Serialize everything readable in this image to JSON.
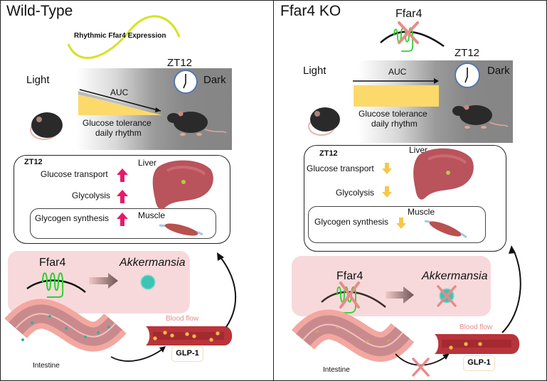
{
  "left_panel": {
    "title": "Wild-Type",
    "rhythm_label": "Rhythmic Ffar4 Expression",
    "zt_label": "ZT12",
    "light_label": "Light",
    "dark_label": "Dark",
    "auc_label": "AUC",
    "glucose_label_1": "Glucose tolerance",
    "glucose_label_2": "daily rhythm",
    "organ_box": {
      "zt_label": "ZT12",
      "liver_label": "Liver",
      "muscle_label": "Muscle",
      "items": [
        {
          "label": "Glucose transport",
          "direction": "up"
        },
        {
          "label": "Glycolysis",
          "direction": "up"
        },
        {
          "label": "Glycogen synthesis",
          "direction": "up"
        }
      ]
    },
    "gut_box": {
      "receptor_label": "Ffar4",
      "bacteria_label": "Akkermansia"
    },
    "blood_flow_label": "Blood flow",
    "glp_label": "GLP-1",
    "intestine_label": "Intestine"
  },
  "right_panel": {
    "title": "Ffar4 KO",
    "receptor_top_label": "Ffar4",
    "zt_label": "ZT12",
    "light_label": "Light",
    "dark_label": "Dark",
    "auc_label": "AUC",
    "glucose_label_1": "Glucose tolerance",
    "glucose_label_2": "daily rhythm",
    "organ_box": {
      "zt_label": "ZT12",
      "liver_label": "Liver",
      "muscle_label": "Muscle",
      "items": [
        {
          "label": "Glucose transport",
          "direction": "down"
        },
        {
          "label": "Glycolysis",
          "direction": "down"
        },
        {
          "label": "Glycogen synthesis",
          "direction": "down"
        }
      ]
    },
    "gut_box": {
      "receptor_label": "Ffar4",
      "bacteria_label": "Akkermansia"
    },
    "blood_flow_label": "Blood flow",
    "glp_label": "GLP-1",
    "intestine_label": "Intestine"
  },
  "colors": {
    "up_arrow": "#e8196a",
    "down_arrow": "#f5c84a",
    "sine_wave": "#d4e322",
    "auc_fill": "#fcd96b",
    "receptor": "#2ed12e",
    "cross": "#e98a8a",
    "pink_box": "#f8d9db",
    "bacteria": "#3cc4b4",
    "blood_vessel": "#b8343a",
    "blood_flow_text": "#e58a90"
  }
}
